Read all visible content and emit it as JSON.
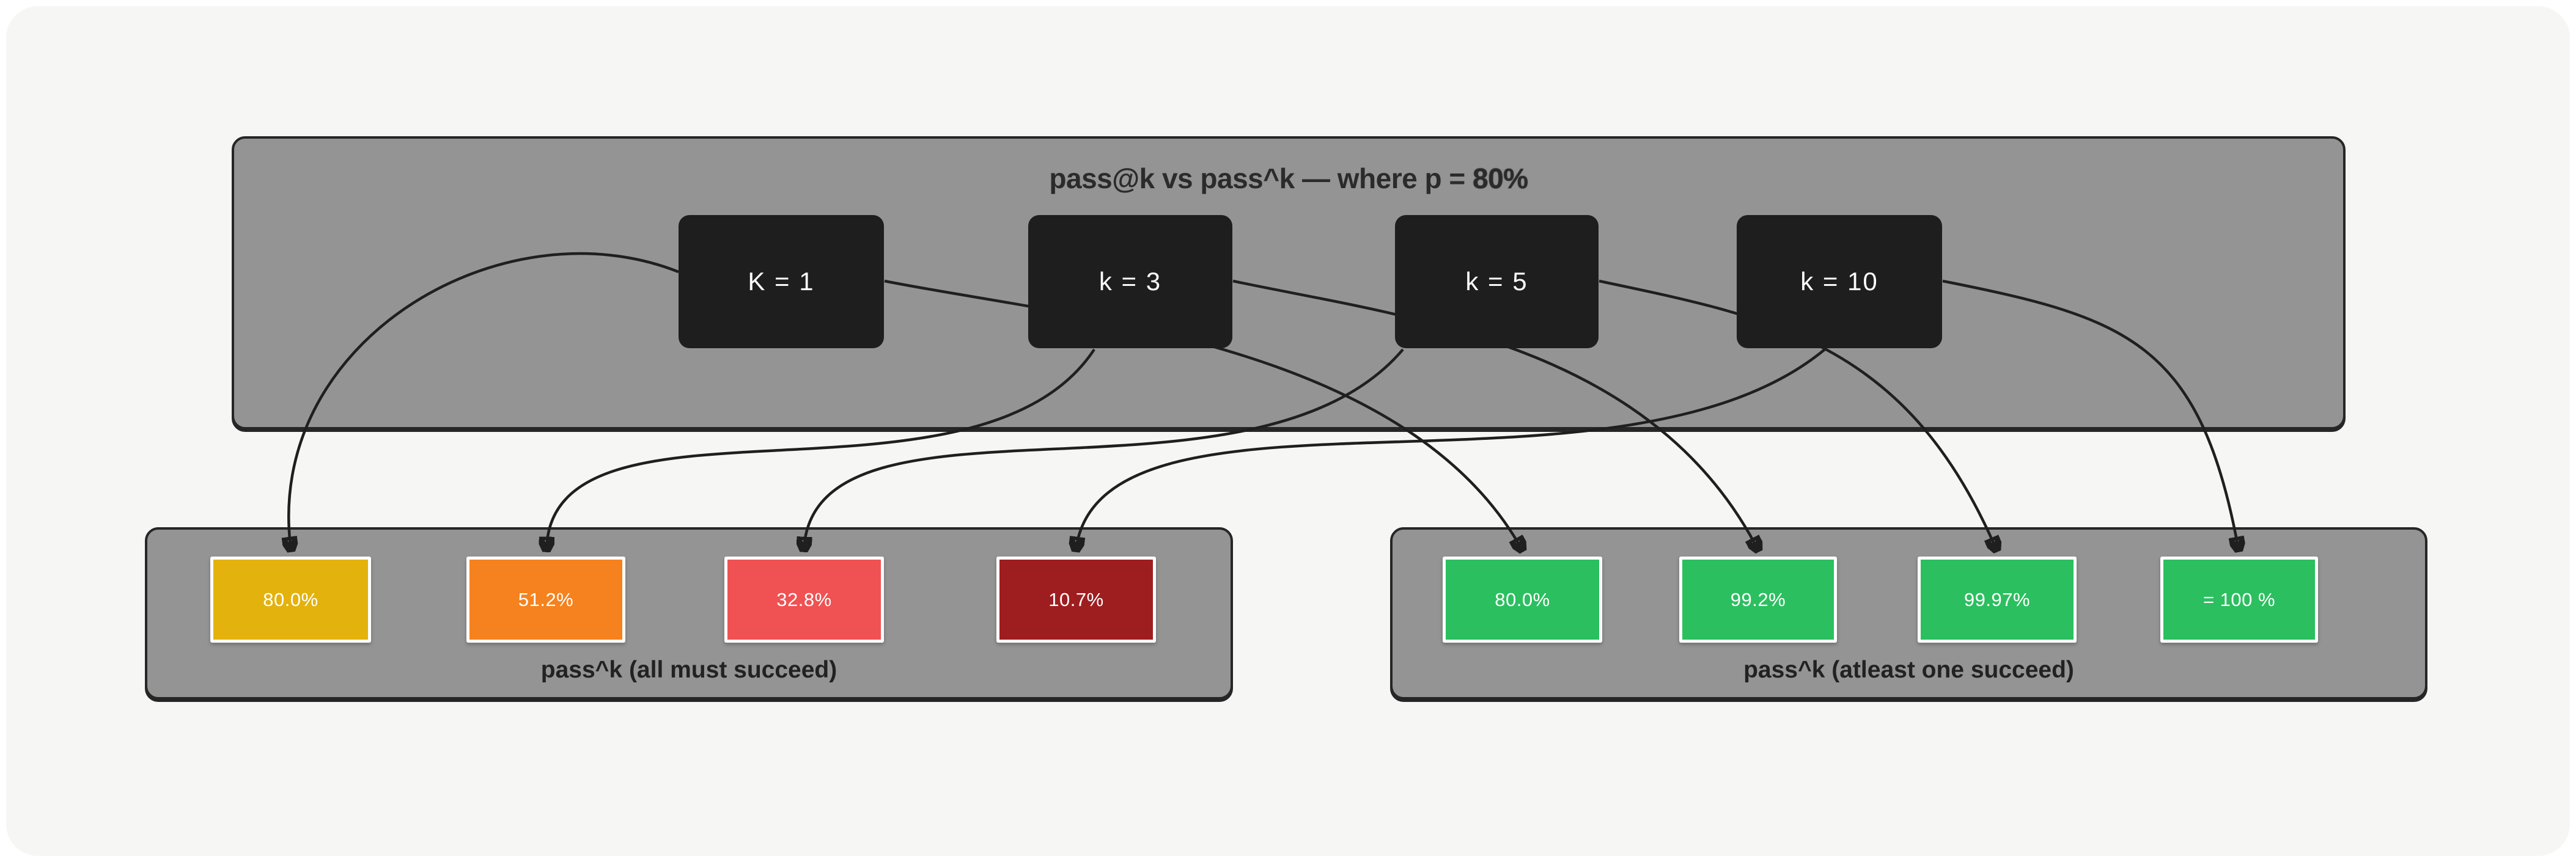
{
  "title": {
    "prefix": "pass@k vs pass^k — where p = ",
    "emph": "80%"
  },
  "k_nodes": [
    {
      "label": "K = 1"
    },
    {
      "label": "k = 3"
    },
    {
      "label": "k = 5"
    },
    {
      "label": "k = 10"
    }
  ],
  "pass_all": {
    "caption": "pass^k (all must succeed)",
    "boxes": [
      {
        "k": "K = 1",
        "value": "80.0%",
        "color": "#e4b20d"
      },
      {
        "k": "k = 3",
        "value": "51.2%",
        "color": "#f5821e"
      },
      {
        "k": "k = 5",
        "value": "32.8%",
        "color": "#f05152"
      },
      {
        "k": "k = 10",
        "value": "10.7%",
        "color": "#9e1e20"
      }
    ]
  },
  "pass_any": {
    "caption": "pass^k (atleast one succeed)",
    "boxes": [
      {
        "k": "K = 1",
        "value": "80.0%",
        "color": "#2bbf5f"
      },
      {
        "k": "k = 3",
        "value": "99.2%",
        "color": "#2bbf5f"
      },
      {
        "k": "k = 5",
        "value": "99.97%",
        "color": "#2bbf5f"
      },
      {
        "k": "k = 10",
        "value": "= 100 %",
        "color": "#2bbf5f"
      }
    ]
  },
  "colors": {
    "background": "#f6f6f4",
    "panel": "#949494",
    "panel_border": "#262626",
    "node_bg": "#1e1e1e",
    "arrow": "#1f1f1f",
    "title_text": "#2b2b2b"
  }
}
